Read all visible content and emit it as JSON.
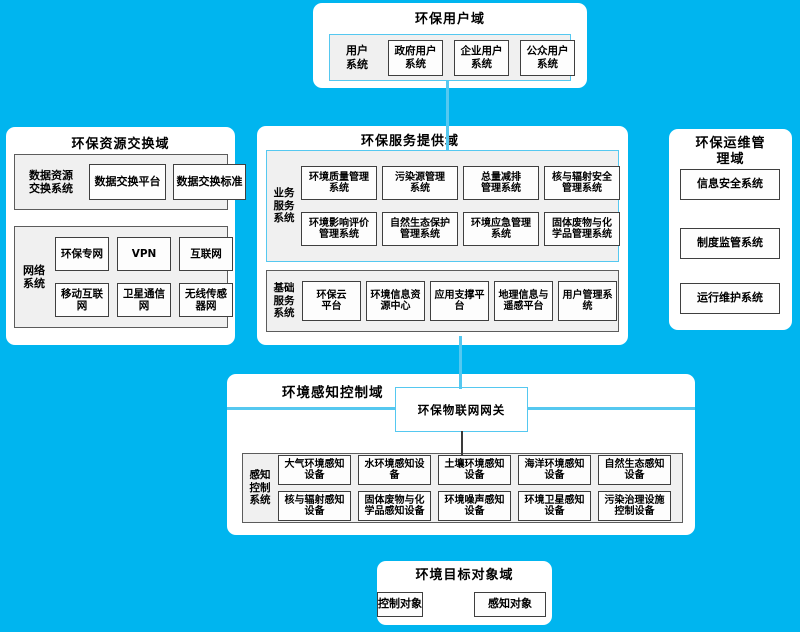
{
  "colors": {
    "background": "#00B5EF",
    "connector_cyan": "#55C8F0",
    "panel_gray_border": "#5c5c5c",
    "box_border": "#3f3f3f",
    "gateway_link_dark": "#3a3a3a"
  },
  "domains": {
    "user": {
      "title": "环保用户域",
      "group_label": "用户\n系统",
      "systems": [
        "政府用户\n系统",
        "企业用户\n系统",
        "公众用户\n系统"
      ]
    },
    "exchange": {
      "title": "环保资源交换域",
      "data_exchange": {
        "label": "数据资源\n交换系统",
        "systems": [
          "数据交换平台",
          "数据交换标准"
        ]
      },
      "network": {
        "label": "网络\n系统",
        "systems": [
          "环保专网",
          "VPN",
          "互联网",
          "移动互联\n网",
          "卫星通信\n网",
          "无线传感\n器网"
        ]
      }
    },
    "service": {
      "title": "环保服务提供域",
      "business": {
        "label": "业务\n服务\n系统",
        "systems": [
          "环境质量管理\n系统",
          "污染源管理\n系统",
          "总量减排\n管理系统",
          "核与辐射安全\n管理系统",
          "环境影响评价\n管理系统",
          "自然生态保护\n管理系统",
          "环境应急管理\n系统",
          "固体废物与化\n学品管理系统"
        ]
      },
      "basic": {
        "label": "基础\n服务\n系统",
        "systems": [
          "环保云\n平台",
          "环境信息资\n源中心",
          "应用支撑平\n台",
          "地理信息与\n遥感平台",
          "用户管理系\n统"
        ]
      }
    },
    "ops": {
      "title": "环保运维管\n理域",
      "systems": [
        "制度监管系统",
        "运行维护系统",
        "信息安全系统"
      ]
    },
    "sensing": {
      "title": "环境感知控制域",
      "gateway": "环保物联网网关",
      "group_label": "感知\n控制\n系统",
      "devices": [
        "大气环境感知\n设备",
        "水环境感知设\n备",
        "土壤环境感知\n设备",
        "海洋环境感知\n设备",
        "自然生态感知\n设备",
        "核与辐射感知\n设备",
        "固体废物与化\n学品感知设备",
        "环境噪声感知\n设备",
        "环境卫星感知\n设备",
        "污染治理设施\n控制设备"
      ]
    },
    "target": {
      "title": "环境目标对象域",
      "objects": [
        "感知对象",
        "控制对象"
      ]
    }
  }
}
